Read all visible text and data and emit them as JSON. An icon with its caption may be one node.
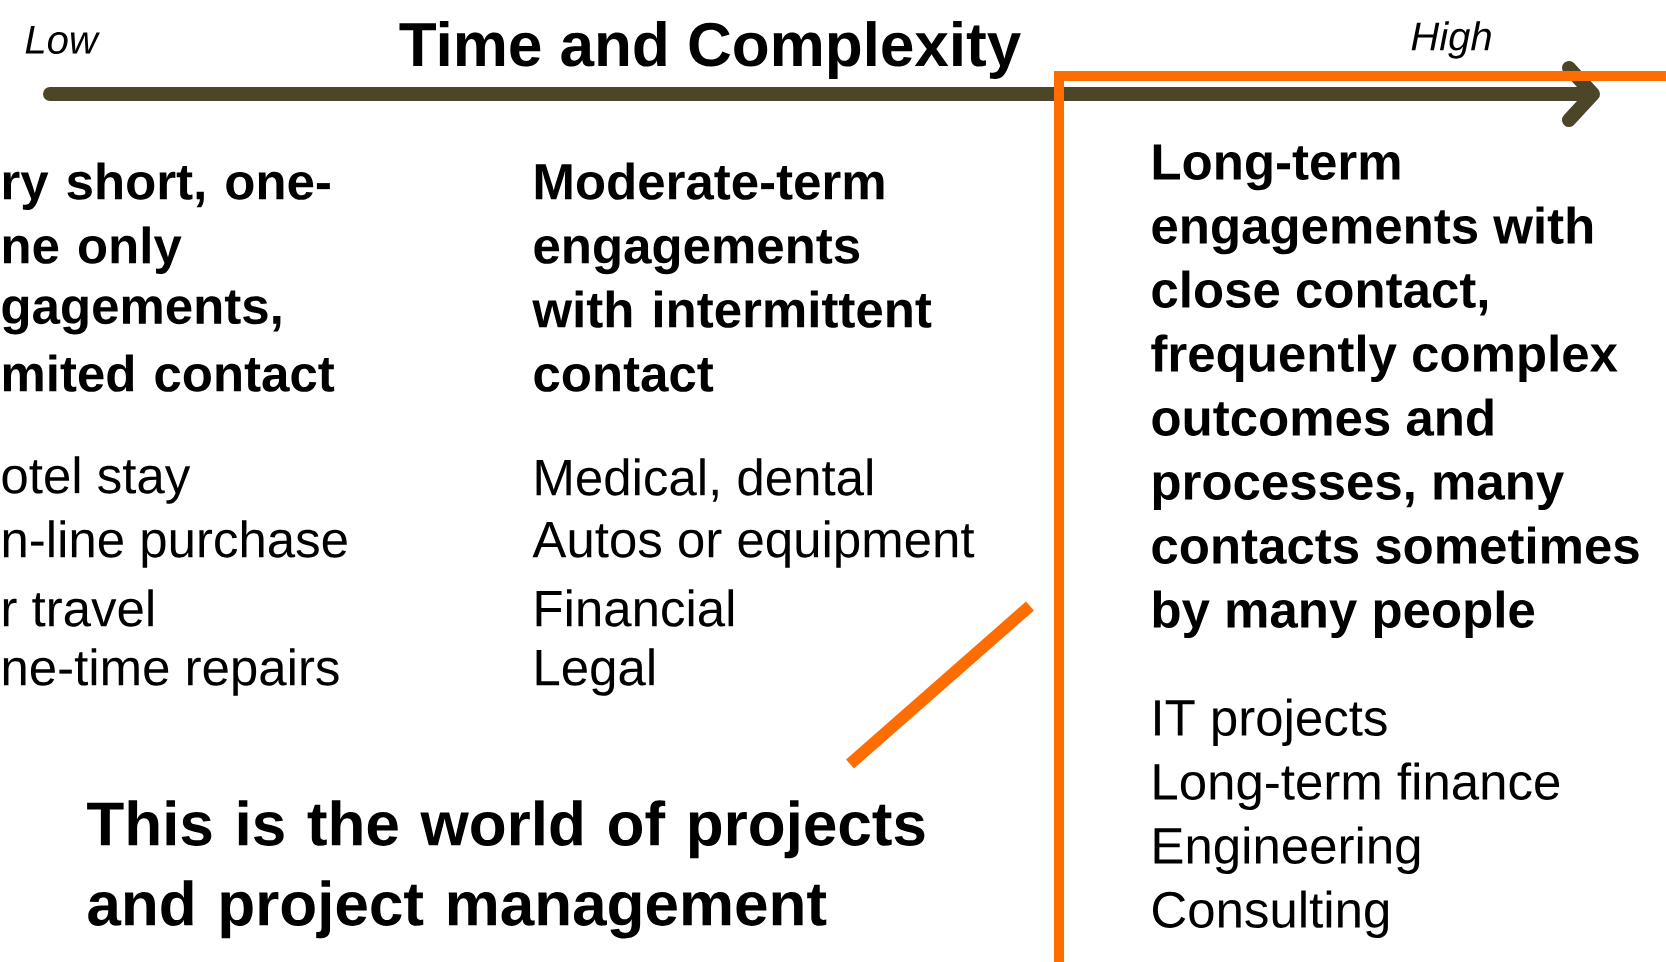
{
  "diagram": {
    "title": "Time and Complexity",
    "nodes": [
      {
        "text": [
          "Long-term engagements with close contact, frequently complex outcomes and processes, many contacts sometimes by many people",
          "IT projects",
          "Long-term finance",
          "Engineering",
          "Consulting"
        ]
      },
      {
        "text": [
          "This is the world of projects and project management"
        ]
      }
    ],
    "edges": [
      {
        "from": 1,
        "to": 0,
        "arrow": "none"
      }
    ],
    "labels": [
      "Low",
      "High",
      "ry short, one-",
      "ne only",
      "gagements,",
      "mited contact",
      "otel stay",
      "n-line purchase",
      "r travel",
      "ne-time repairs",
      "Moderate-term engagements with intermittent contact",
      "Medical, dental",
      "Autos or equipment",
      "Financial",
      "Legal"
    ]
  }
}
